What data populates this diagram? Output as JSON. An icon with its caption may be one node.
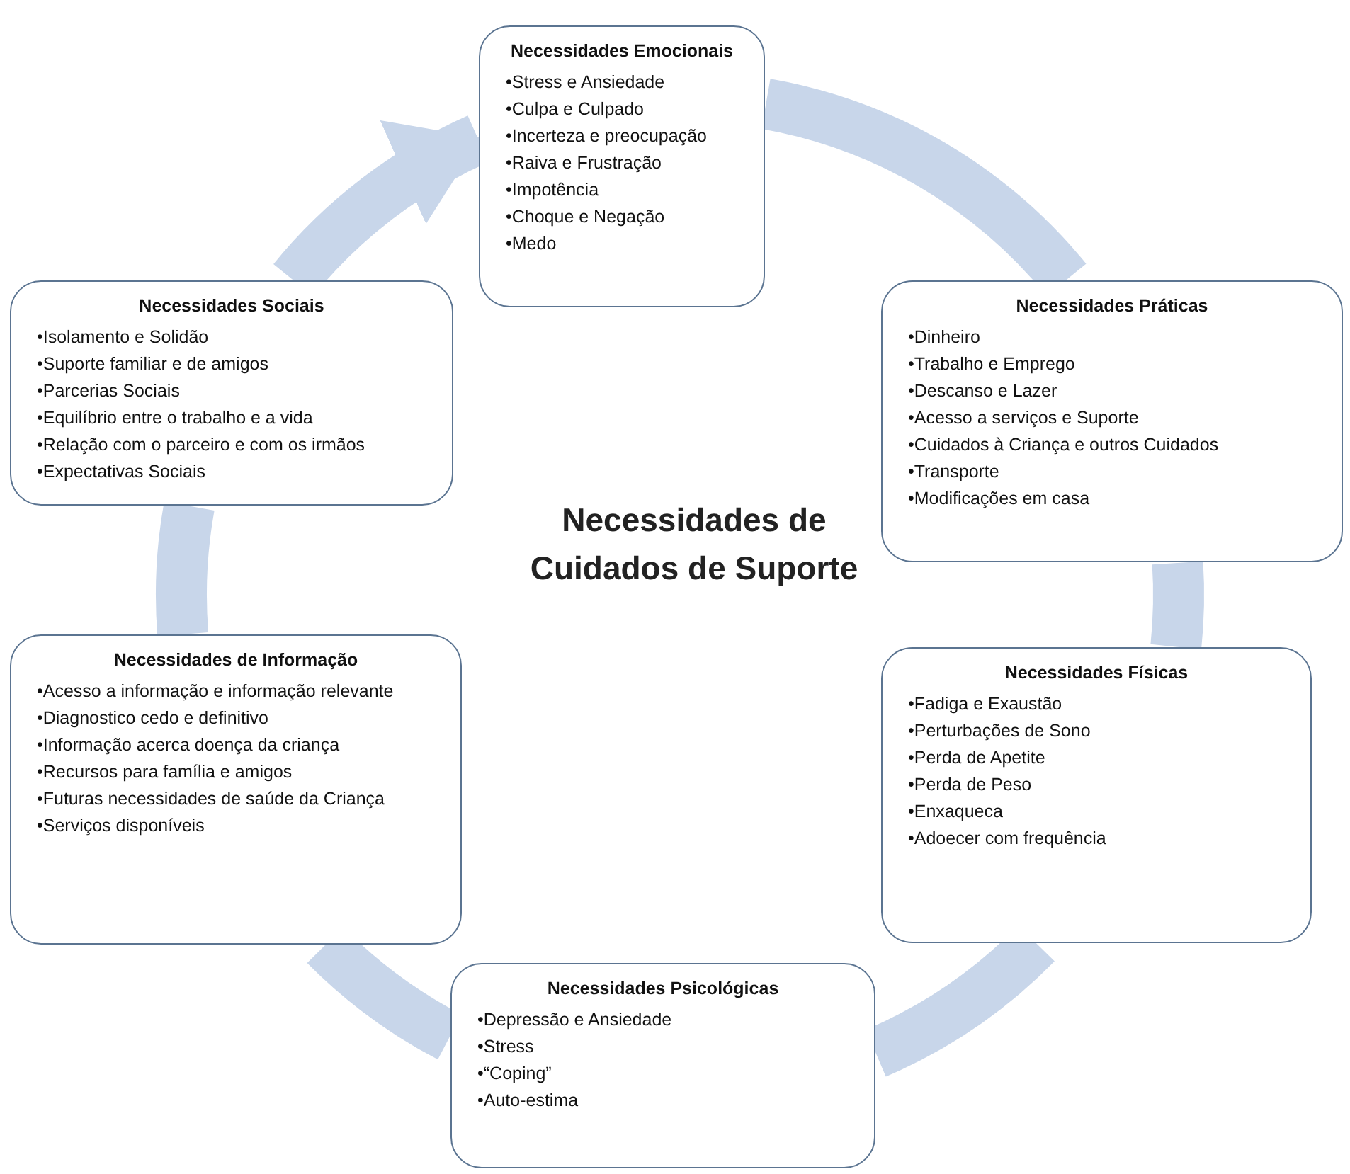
{
  "diagram": {
    "title": "Necessidades de Cuidados de Suporte",
    "nodes": [
      {
        "text": [
          "Necessidades Emocionais",
          "•Stress e Ansiedade",
          "•Culpa e Culpado",
          "•Incerteza e preocupação",
          "•Raiva e Frustração",
          "•Impotência",
          "•Choque e Negação",
          "•Medo"
        ]
      },
      {
        "text": [
          "Necessidades Práticas",
          "•Dinheiro",
          "•Trabalho e Emprego",
          "•Descanso e Lazer",
          "•Acesso a serviços e Suporte",
          "•Cuidados à Criança e outros Cuidados",
          "•Transporte",
          "•Modificações em casa"
        ]
      },
      {
        "text": [
          "Necessidades Físicas",
          "•Fadiga e Exaustão",
          "•Perturbações de Sono",
          "•Perda de Apetite",
          "•Perda de Peso",
          "•Enxaqueca",
          "•Adoecer com frequência"
        ]
      },
      {
        "text": [
          "Necessidades Psicológicas",
          "•Depressão e Ansiedade",
          "•Stress",
          "•“Coping”",
          "•Auto-estima"
        ]
      },
      {
        "text": [
          "Necessidades de Informação",
          "•Acesso a informação e informação relevante",
          "•Diagnostico cedo e definitivo",
          "•Informação acerca doença da criança",
          "•Recursos para família e amigos",
          "•Futuras necessidades de saúde da Criança",
          "•Serviços disponíveis"
        ]
      },
      {
        "text": [
          "Necessidades Sociais",
          "•Isolamento e Solidão",
          "•Suporte familiar e de amigos",
          "•Parcerias Sociais",
          "•Equilíbrio entre o trabalho e a vida",
          "•Relação com o parceiro e com os irmãos",
          "•Expectativas Sociais"
        ]
      }
    ],
    "edges": [
      {
        "from": 0,
        "to": 1,
        "arrow": "none"
      },
      {
        "from": 1,
        "to": 2,
        "arrow": "none"
      },
      {
        "from": 2,
        "to": 3,
        "arrow": "none"
      },
      {
        "from": 3,
        "to": 4,
        "arrow": "none"
      },
      {
        "from": 4,
        "to": 5,
        "arrow": "none"
      },
      {
        "from": 5,
        "to": 0,
        "arrow": "to"
      }
    ]
  }
}
